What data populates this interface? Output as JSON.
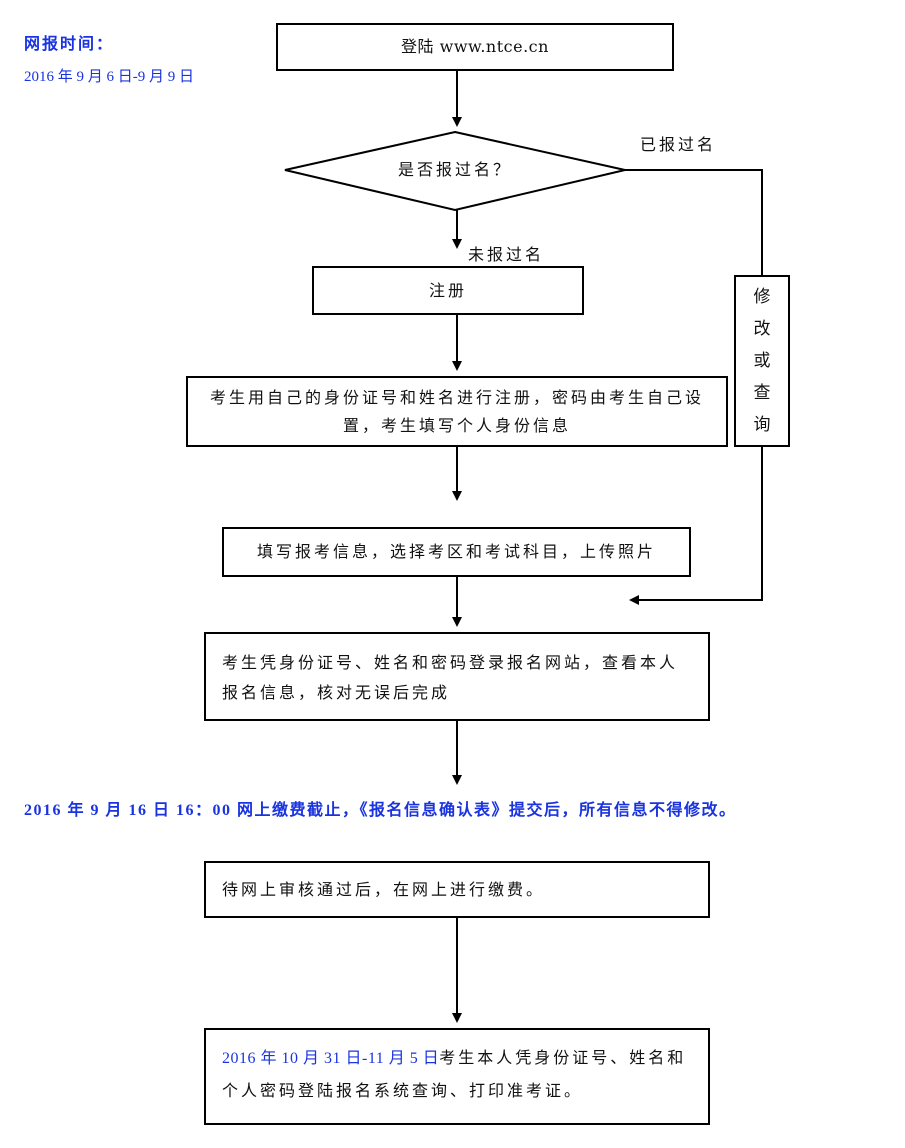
{
  "header_note": {
    "title": "网报时间：",
    "dates": "2016 年 9 月 6 日-9 月 9 日"
  },
  "colors": {
    "note_blue": "#1a33e0",
    "line": "#000000"
  },
  "steps": {
    "login": "登陆 www.ntce.cn",
    "decision": "是否报过名？",
    "yes_label": "已报过名",
    "no_label": "未报过名",
    "register": "注册",
    "register_detail": "考生用自己的身份证号和姓名进行注册，密码由考生自己设置，考生填写个人身份信息",
    "fill_info": "填写报考信息，选择考区和考试科目，上传照片",
    "confirm": "考生凭身份证号、姓名和密码登录报名网站，查看本人报名信息，核对无误后完成",
    "modify_chars": [
      "修",
      "改",
      "或",
      "查",
      "询"
    ],
    "deadline_note": "2016 年 9 月 16 日 16：00 网上缴费截止，《报名信息确认表》提交后，所有信息不得修改。",
    "pay": "待网上审核通过后，在网上进行缴费。",
    "print_date": "2016 年 10 月 31 日-11 月 5 日",
    "print_text": "考生本人凭身份证号、姓名和个人密码登陆报名系统查询、打印准考证。"
  }
}
